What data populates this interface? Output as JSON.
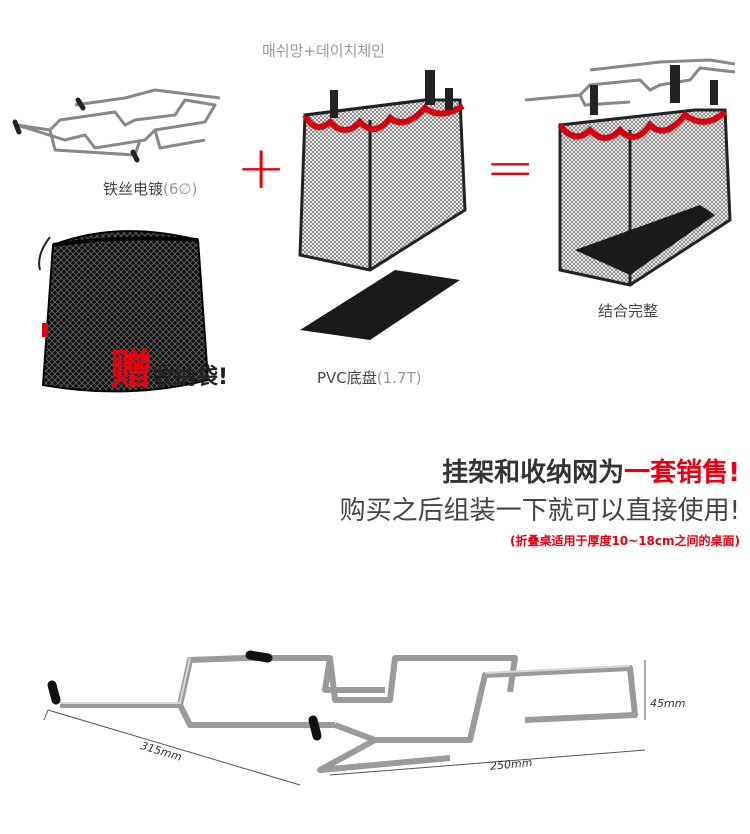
{
  "top": {
    "korean_label": "매쉬망+데이치체인",
    "wire_label": "铁丝电镀",
    "wire_spec": "(6∅)",
    "pvc_label": "PVC底盘",
    "pvc_spec": "(1.7T)",
    "combined_label": "结合完整",
    "gift_big": "赠",
    "gift_small": "收纳袋!",
    "plus_symbol": "+",
    "equals_symbol": "="
  },
  "promo": {
    "line1_prefix": "挂架和收纳网为",
    "line1_highlight": "一套销售!",
    "line2": "购买之后组装一下就可以直接使用!",
    "note": "(折叠桌适用于厚度10~18cm之间的桌面)"
  },
  "dimensions": {
    "length": "315mm",
    "width": "250mm",
    "height": "45mm"
  },
  "colors": {
    "accent": "#e60012",
    "text": "#333333",
    "muted": "#999999"
  }
}
